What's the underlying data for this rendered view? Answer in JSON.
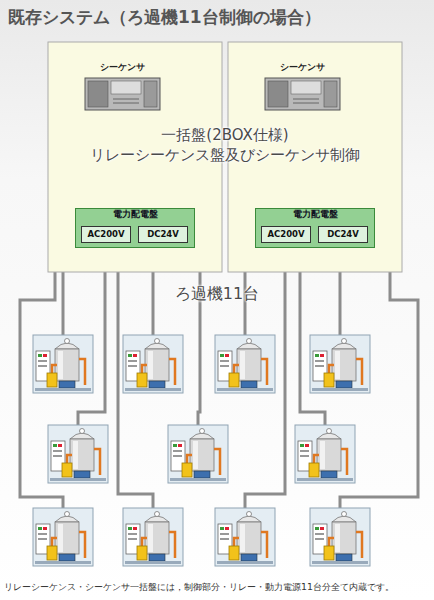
{
  "diagram": {
    "title": "既存システム（ろ過機11台制御の場合）",
    "caption": "リレーシーケンス・シーケンサ一括盤には，制御部分・リレー・動力電源11台分全て内蔵です。",
    "nodes": [
      {
        "text": [
          "シーケンサ"
        ]
      },
      {
        "text": [
          "電力配電盤"
        ]
      },
      {
        "text": [
          "AC200V"
        ],
        "in": 1
      },
      {
        "text": [
          "DC24V"
        ],
        "in": 1
      },
      {
        "text": [
          "シーケンサ"
        ]
      },
      {
        "text": [
          "電力配電盤"
        ]
      },
      {
        "text": [
          "AC200V"
        ],
        "in": 5
      },
      {
        "text": [
          "DC24V"
        ],
        "in": 5
      }
    ],
    "labels": [
      "一括盤(2BOX仕様) リレーシーケンス盤及びシーケンサ制御",
      "ろ過機11台"
    ]
  }
}
